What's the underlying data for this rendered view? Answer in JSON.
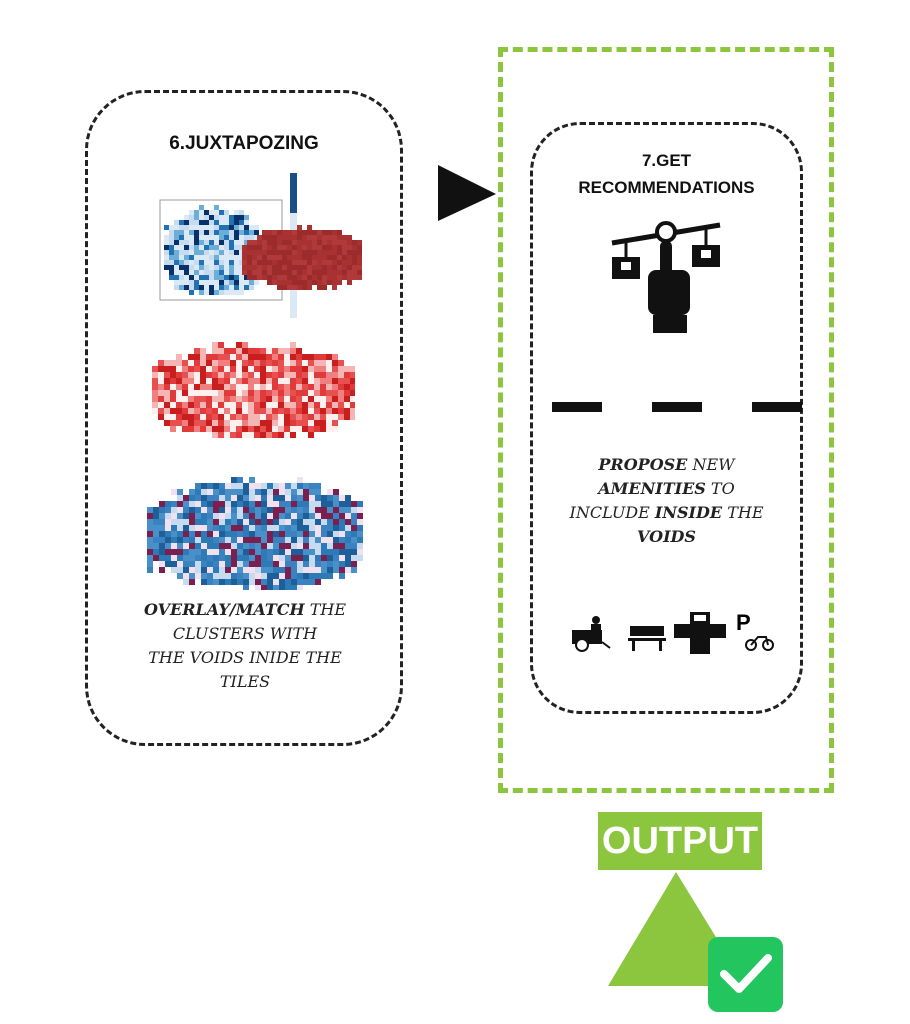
{
  "step6": {
    "title": "6.JUXTAPOZING",
    "desc": {
      "b1": "OVERLAY/MATCH",
      "t1": " THE",
      "l2": "CLUSTERS WITH",
      "l3": "THE VOIDS INIDE THE",
      "l4": "TILES"
    }
  },
  "step7": {
    "title_l1": "7.GET",
    "title_l2": "RECOMMENDATIONS",
    "desc": {
      "b1": "PROPOSE",
      "t1": " NEW",
      "b2": "AMENITIES",
      "t2": " TO",
      "t3": "INCLUDE ",
      "b3": "INSIDE",
      "t4": " THE",
      "b4": "VOIDS"
    },
    "amenity_icons": [
      "food-cart-icon",
      "bench-icon",
      "fountain-icon",
      "bike-parking-icon"
    ],
    "parking_letter": "P"
  },
  "output": {
    "label": "OUTPUT"
  },
  "colors": {
    "green": "#8cc63f",
    "check": "#22c55e"
  }
}
